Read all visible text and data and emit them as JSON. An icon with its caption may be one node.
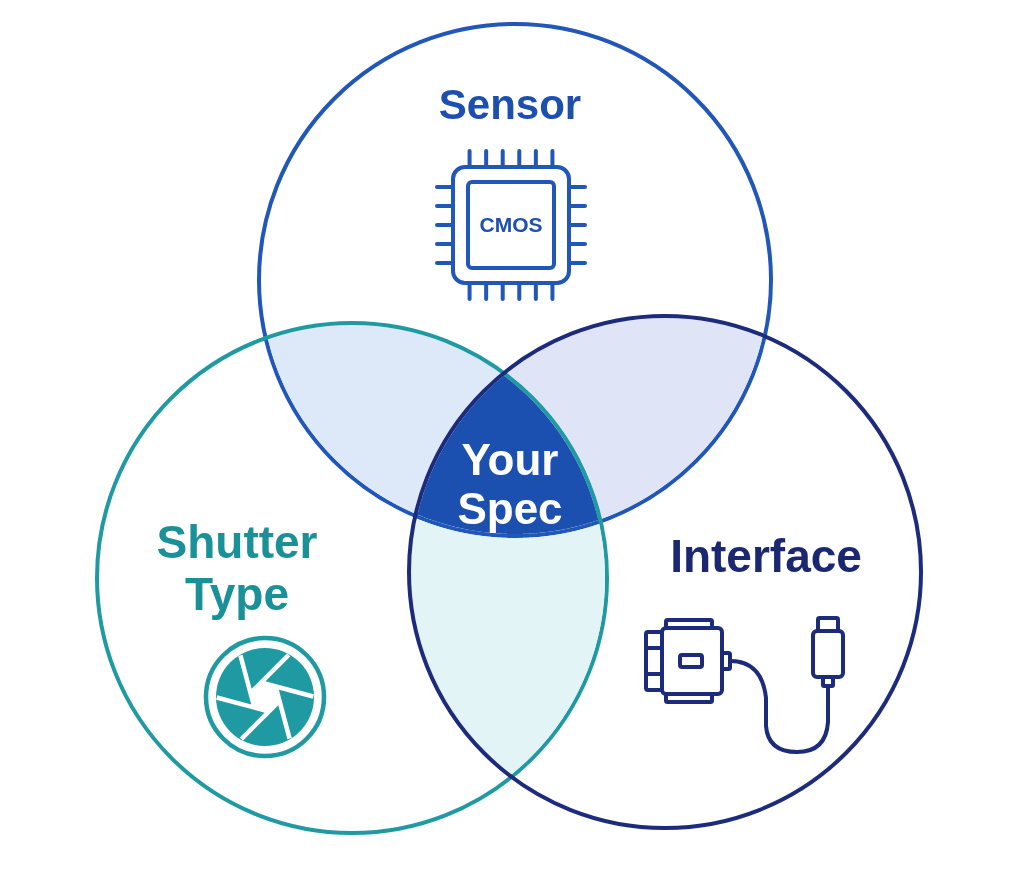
{
  "diagram": {
    "nodes": [
      {
        "text": [
          "Sensor"
        ]
      },
      {
        "text": [
          "CMOS"
        ],
        "in": 0
      },
      {
        "text": [
          "Your Spec"
        ]
      },
      {
        "text": [
          "Shutter Type"
        ]
      },
      {
        "text": [
          "Interface"
        ]
      }
    ]
  }
}
